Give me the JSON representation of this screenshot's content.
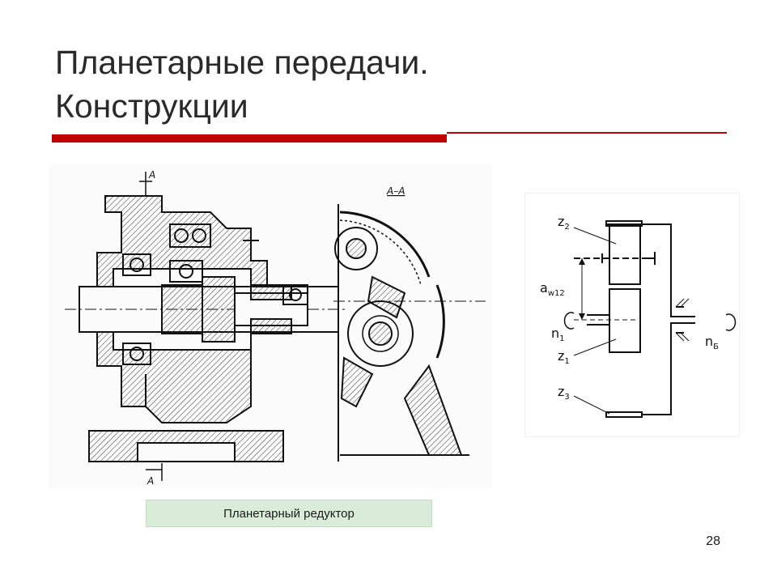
{
  "slide": {
    "title_line1": "Планетарные передачи.",
    "title_line2": "Конструкции",
    "caption": "Планетарный редуктор",
    "page_number": "28"
  },
  "drawing": {
    "section_mark_top": "A",
    "section_mark_bottom": "A",
    "section_label": "A–A"
  },
  "scheme": {
    "z2": "z",
    "z2_sub": "2",
    "aw": "a",
    "aw_sub": "w12",
    "n1": "n",
    "n1_sub": "1",
    "z1": "z",
    "z1_sub": "1",
    "nb": "n",
    "nb_sub": "Б",
    "z3": "z",
    "z3_sub": "3"
  },
  "colors": {
    "accent": "#c00000",
    "caption_bg": "#d9ecd9"
  }
}
